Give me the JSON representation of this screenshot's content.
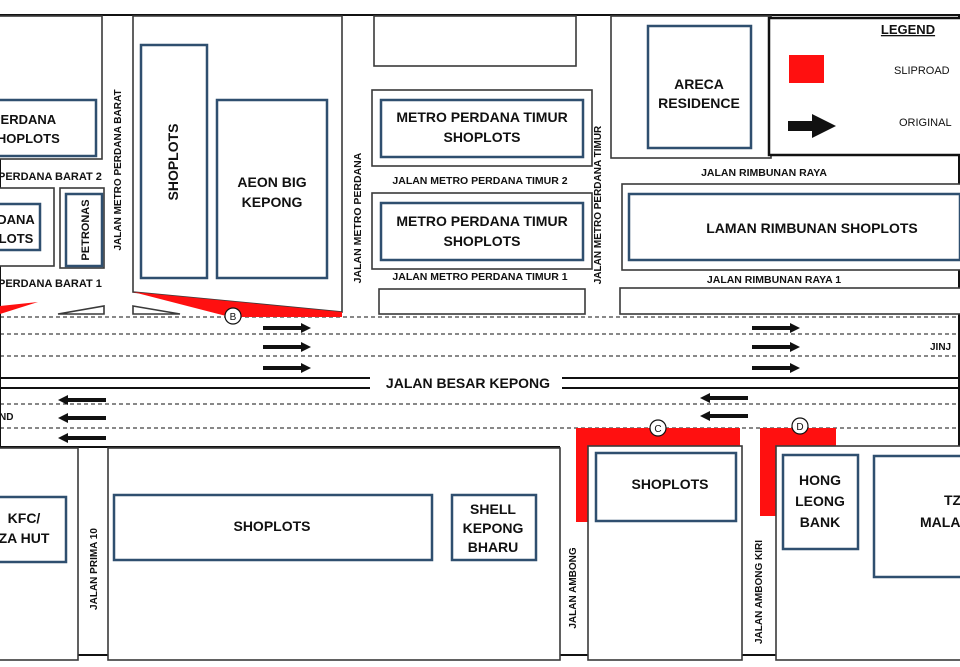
{
  "legend": {
    "title": "LEGEND",
    "items": [
      {
        "label": "SLIPROAD",
        "color": "#ff1010"
      },
      {
        "label": "ORIGINAL",
        "icon": "black-arrow-icon"
      }
    ]
  },
  "roads": {
    "main": "JALAN BESAR KEPONG",
    "jinjang": "JINJ",
    "and_fragment": "ND",
    "barat2": "PERDANA BARAT 2",
    "barat1": "PERDANA BARAT 1",
    "jmp_barat": "JALAN METRO PERDANA BARAT",
    "jmp": "JALAN METRO PERDANA",
    "timur_v": "JALAN METRO PERDANA TIMUR",
    "timur2": "JALAN METRO PERDANA TIMUR 2",
    "timur1": "JALAN METRO PERDANA TIMUR 1",
    "rimbunan": "JALAN RIMBUNAN RAYA",
    "rimbunan1": "JALAN RIMBUNAN RAYA 1",
    "prima10": "JALAN PRIMA 10",
    "ambong": "JALAN AMBONG",
    "ambong_kiri": "JALAN AMBONG KIRI"
  },
  "blocks": {
    "perdana_top_1": "PERDANA",
    "perdana_top_2": "SHOPLOTS",
    "dana_1": "DANA",
    "dana_2": "LOTS",
    "petronas": "PETRONAS",
    "shoplots_v": "SHOPLOTS",
    "aeon_1": "AEON BIG",
    "aeon_2": "KEPONG",
    "mpt_a_1": "METRO PERDANA TIMUR",
    "mpt_a_2": "SHOPLOTS",
    "mpt_b_1": "METRO PERDANA TIMUR",
    "mpt_b_2": "SHOPLOTS",
    "areca_1": "ARECA",
    "areca_2": "RESIDENCE",
    "laman": "LAMAN RIMBUNAN SHOPLOTS",
    "kfc_1": "KFC/",
    "kfc_2": "ZA HUT",
    "shoplots_bottom": "SHOPLOTS",
    "shell_1": "SHELL",
    "shell_2": "KEPONG",
    "shell_3": "BHARU",
    "shoplots_c": "SHOPLOTS",
    "hongleong_1": "HONG",
    "hongleong_2": "LEONG",
    "hongleong_3": "BANK",
    "tzu_1": "TZU",
    "tzu_2": "MALA"
  },
  "markers": {
    "b": "B",
    "c": "C",
    "d": "D"
  }
}
